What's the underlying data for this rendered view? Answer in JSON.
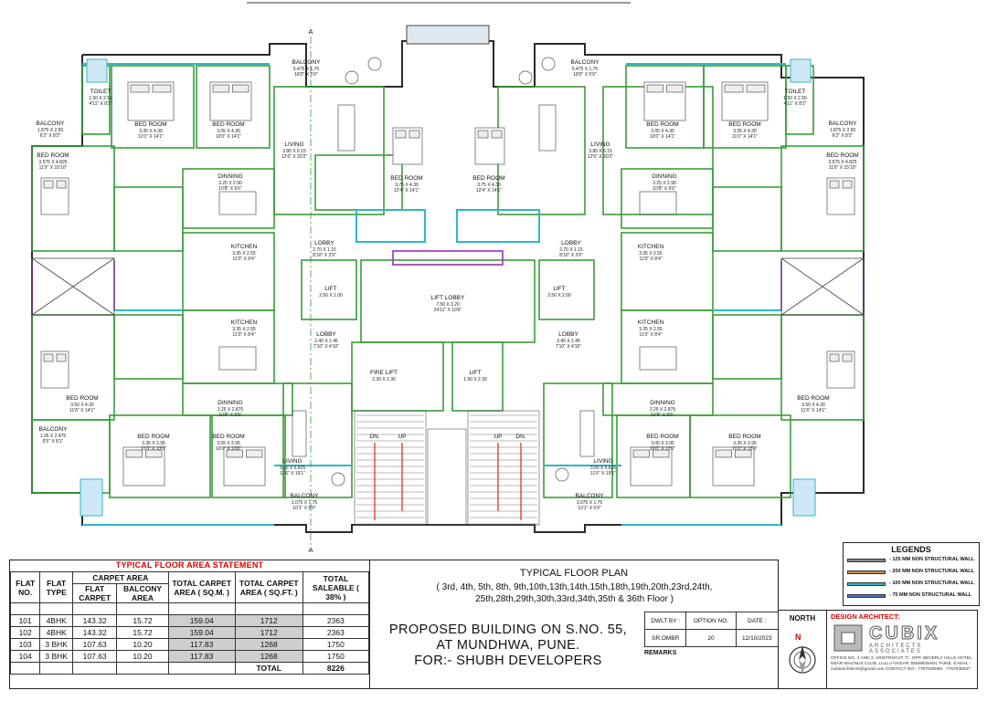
{
  "floor_plan": {
    "flats": [
      "101",
      "102",
      "103",
      "104"
    ],
    "rooms": {
      "balcony_tl": {
        "name": "BALCONY",
        "dims": "5.475 X 1.75",
        "ft": "18'0\" X 5'9\""
      },
      "balcony_tr": {
        "name": "BALCONY",
        "dims": "5.475 X 1.75",
        "ft": "18'0\" X 5'9\""
      },
      "toilet_tl": {
        "name": "TOILET",
        "dims": "1.50 X 2.50",
        "ft": "4'11\" X 8'2\""
      },
      "toilet_tr": {
        "name": "TOILET",
        "dims": "1.50 X 2.50",
        "ft": "4'11\" X 8'2\""
      },
      "bed_tl": {
        "name": "BED ROOM",
        "dims": "3.35 X 4.30",
        "ft": "11'0\" X 14'1\""
      },
      "bed_tl2": {
        "name": "BED ROOM",
        "dims": "3.05 X 4.30",
        "ft": "10'0\" X 14'1\""
      },
      "bed_tr": {
        "name": "BED ROOM",
        "dims": "3.05 X 4.30",
        "ft": "10'0\" X 14'1\""
      },
      "bed_tr2": {
        "name": "BED ROOM",
        "dims": "3.35 X 4.30",
        "ft": "11'0\" X 14'1\""
      },
      "balc_left_top": {
        "name": "BALCONY",
        "dims": "1.875 X 2.50",
        "ft": "6'2\" X 8'2\""
      },
      "balc_right_top": {
        "name": "BALCONY",
        "dims": "1.875 X 2.50",
        "ft": "6'2\" X 8'2\""
      },
      "living_tl": {
        "name": "LIVING",
        "dims": "3.80 X 6.15",
        "ft": "12'6\" X 20'2\""
      },
      "living_tr": {
        "name": "LIVING",
        "dims": "3.80 X 6.15",
        "ft": "12'6\" X 20'2\""
      },
      "bed_left_large": {
        "name": "BED ROOM",
        "dims": "3.575 X 4.825",
        "ft": "11'9\" X 15'10\""
      },
      "bed_right_large": {
        "name": "BED ROOM",
        "dims": "3.575 X 4.825",
        "ft": "11'9\" X 15'10\""
      },
      "dinning_tl": {
        "name": "DINNING",
        "dims": "3.25 X 2.90",
        "ft": "10'8\" X 9'6\""
      },
      "dinning_tr": {
        "name": "DINNING",
        "dims": "3.25 X 2.90",
        "ft": "10'8\" X 9'6\""
      },
      "bed_ctr_l": {
        "name": "BED ROOM",
        "dims": "3.75 X 4.30",
        "ft": "12'4\" X 14'1\""
      },
      "bed_ctr_r": {
        "name": "BED ROOM",
        "dims": "3.75 X 4.30",
        "ft": "12'4\" X 14'1\""
      },
      "kitchen_tl": {
        "name": "KITCHEN",
        "dims": "3.35 X 2.55",
        "ft": "11'0\" X 8'4\""
      },
      "kitchen_tr": {
        "name": "KITCHEN",
        "dims": "3.35 X 2.55",
        "ft": "11'0\" X 8'4\""
      },
      "kitchen_bl": {
        "name": "KITCHEN",
        "dims": "3.35 X 2.55",
        "ft": "11'0\" X 8'4\""
      },
      "kitchen_br": {
        "name": "KITCHEN",
        "dims": "3.35 X 2.55",
        "ft": "11'0\" X 8'4\""
      },
      "lobby_tl": {
        "name": "LOBBY",
        "dims": "2.70 X 1.15",
        "ft": "8'10\" X 3'9\""
      },
      "lobby_tr": {
        "name": "LOBBY",
        "dims": "2.70 X 1.15",
        "ft": "8'10\" X 3'9\""
      },
      "lobby_bl": {
        "name": "LOBBY",
        "dims": "2.40 X 1.45",
        "ft": "7'10\" X 4'10\""
      },
      "lobby_br": {
        "name": "LOBBY",
        "dims": "2.40 X 1.45",
        "ft": "7'10\" X 4'10\""
      },
      "lift_l": {
        "name": "LIFT",
        "dims": "2.50 X 2.00",
        "ft": ""
      },
      "lift_r": {
        "name": "LIFT",
        "dims": "2.50 X 2.00",
        "ft": ""
      },
      "lift_lobby": {
        "name": "LIFT LOBBY",
        "dims": "7.50 X 3.20",
        "ft": "24'11\" X 10'6\""
      },
      "fire_lift": {
        "name": "FIRE LIFT",
        "dims": "2.30 X 2.30",
        "ft": ""
      },
      "lift_c": {
        "name": "LIFT",
        "dims": "1.90 X 2.30",
        "ft": ""
      },
      "bed_bl": {
        "name": "BED ROOM",
        "dims": "3.50 X 4.30",
        "ft": "11'6\" X 14'1\""
      },
      "bed_br": {
        "name": "BED ROOM",
        "dims": "3.50 X 4.30",
        "ft": "11'6\" X 14'1\""
      },
      "balc_bl": {
        "name": "BALCONY",
        "dims": "1.95 X 2.475",
        "ft": "6'5\" X 8'1\""
      },
      "dinning_bl": {
        "name": "DINNING",
        "dims": "3.25 X 2.875",
        "ft": "10'8\" X 9'5\""
      },
      "dinning_br": {
        "name": "DINNING",
        "dims": "3.25 X 2.875",
        "ft": "10'8\" X 9'5\""
      },
      "bed_bl2": {
        "name": "BED ROOM",
        "dims": "3.35 X 3.95",
        "ft": "11'0\" X 13'0\""
      },
      "bed_bl3": {
        "name": "BED ROOM",
        "dims": "3.05 X 3.95",
        "ft": "10'0\" X 13'0\""
      },
      "bed_br2": {
        "name": "BED ROOM",
        "dims": "3.05 X 3.95",
        "ft": "10'0\" X 13'0\""
      },
      "bed_br3": {
        "name": "BED ROOM",
        "dims": "3.35 X 3.95",
        "ft": "11'0\" X 13'0\""
      },
      "living_bl": {
        "name": "LIVING",
        "dims": "3.50 X 5.825",
        "ft": "11'6\" X 19'1\""
      },
      "living_br": {
        "name": "LIVING",
        "dims": "3.50 X 5.825",
        "ft": "11'6\" X 19'1\""
      },
      "balc_bot_l": {
        "name": "BALCONY",
        "dims": "3.075 X 1.75",
        "ft": "10'1\" X 5'9\""
      },
      "balc_bot_r": {
        "name": "BALCONY",
        "dims": "3.075 X 1.75",
        "ft": "10'1\" X 5'9\""
      }
    },
    "markers": {
      "section": "A",
      "dn": "DN.",
      "up": "UP"
    }
  },
  "area_statement": {
    "title": "TYPICAL FLOOR AREA STATEMENT",
    "headers": {
      "flat_no": "FLAT NO.",
      "flat_type": "FLAT TYPE",
      "carpet_area": "CARPET AREA",
      "flat_carpet": "FLAT CARPET",
      "balcony_area": "BALCONY AREA",
      "total_carpet_sqm": "TOTAL CARPET AREA ( SQ.M. )",
      "total_carpet_sqft": "TOTAL CARPET AREA ( SQ.FT. )",
      "total_saleable": "TOTAL SALEABLE ( 38% )"
    },
    "rows": [
      {
        "no": "101",
        "type": "4BHK",
        "carpet": "143.32",
        "balcony": "15.72",
        "sqm": "159.04",
        "sqft": "1712",
        "saleable": "2363"
      },
      {
        "no": "102",
        "type": "4BHK",
        "carpet": "143.32",
        "balcony": "15.72",
        "sqm": "159.04",
        "sqft": "1712",
        "saleable": "2363"
      },
      {
        "no": "103",
        "type": "3 BHK",
        "carpet": "107.63",
        "balcony": "10.20",
        "sqm": "117.83",
        "sqft": "1268",
        "saleable": "1750"
      },
      {
        "no": "104",
        "type": "3 BHK",
        "carpet": "107.63",
        "balcony": "10.20",
        "sqm": "117.83",
        "sqft": "1268",
        "saleable": "1750"
      }
    ],
    "total_label": "TOTAL",
    "total_value": "8226"
  },
  "title_block": {
    "plan_title": "TYPICAL FLOOR PLAN",
    "floors_line1": "( 3rd, 4th, 5th, 8th, 9th,10th,13th,14th,15th,18th,19th,20th,23rd,24th,",
    "floors_line2": "25th,28th,29th,30th,33rd,34th,35th & 36th Floor )",
    "project_line1": "PROPOSED BUILDING ON S.NO. 55,",
    "project_line2": "AT MUNDHWA, PUNE.",
    "project_line3": "FOR:- SHUBH DEVELOPERS",
    "dwlt_by_label": "DWLT BY :",
    "dwlt_by": "SR.OMBR",
    "option_label": "OPTION NO.",
    "option": "20",
    "date_label": "DATE :",
    "date": "12/10/2023",
    "remarks_label": "REMARKS"
  },
  "north": {
    "label": "NORTH",
    "letter": "N"
  },
  "architect": {
    "label": "DESIGN ARCHITECT:",
    "name": "CUBIX",
    "subname": "ARCHITECTS ASSOCIATES",
    "address": "OFFICE NO. 1 AND 2, ARISTROCAT 'C', OPP. BEVERLY HILLS HOTEL, NEAR MAGNUS CLUB, LULLA NAGAR, BIBWEWADI, PUNE. E-MAIL:- cubixarchitects@gmail.com CONTACT NO:- 7767048088 , 7767048087"
  },
  "legends": {
    "title": "LEGENDS",
    "items": [
      {
        "label": "- 125 MM NON STRUCTURAL WALL",
        "color": "#8a8a8a"
      },
      {
        "label": "- 200 MM NON STRUCTURAL WALL",
        "color": "#c98a4a"
      },
      {
        "label": "- 100 MM NON STRUCTURAL WALL",
        "color": "#2fb8c4"
      },
      {
        "label": "- 75 MM NON STRUCTURAL WALL",
        "color": "#4c6fd6"
      }
    ]
  }
}
